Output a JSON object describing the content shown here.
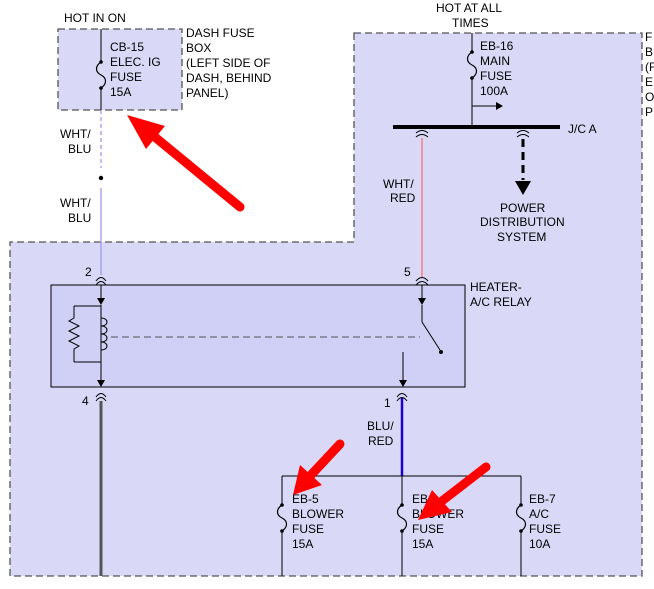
{
  "labels": {
    "hot_in_on": "HOT IN ON",
    "hot_at_all_times_1": "HOT AT ALL",
    "hot_at_all_times_2": "TIMES",
    "dash_box_1": "DASH FUSE",
    "dash_box_2": "BOX",
    "dash_box_3": "(LEFT SIDE OF",
    "dash_box_4": "DASH, BEHIND",
    "dash_box_5": "PANEL)",
    "cb15_1": "CB-15",
    "cb15_2": "ELEC. IG",
    "cb15_3": "FUSE",
    "cb15_4": "15A",
    "eb16_1": "EB-16",
    "eb16_2": "MAIN",
    "eb16_3": "FUSE",
    "eb16_4": "100A",
    "jca": "J/C A",
    "right_edge_1": "F",
    "right_edge_2": "B",
    "right_edge_3": "(F",
    "right_edge_4": "E",
    "right_edge_5": "O",
    "right_edge_6": "P",
    "wht_blu_a1": "WHT/",
    "wht_blu_a2": "BLU",
    "wht_blu_b1": "WHT/",
    "wht_blu_b2": "BLU",
    "wht_red_1": "WHT/",
    "wht_red_2": "RED",
    "power_dist_1": "POWER",
    "power_dist_2": "DISTRIBUTION",
    "power_dist_3": "SYSTEM",
    "relay_1": "HEATER-",
    "relay_2": "A/C RELAY",
    "pin2": "2",
    "pin5": "5",
    "pin4": "4",
    "pin1": "1",
    "blu_red_1": "BLU/",
    "blu_red_2": "RED",
    "eb5_1": "EB-5",
    "eb5_2": "BLOWER",
    "eb5_3": "FUSE",
    "eb5_4": "15A",
    "eb6_1": "EB",
    "eb6_2": "BLOWER",
    "eb6_3": "FUSE",
    "eb6_4": "15A",
    "eb7_1": "EB-7",
    "eb7_2": "A/C",
    "eb7_3": "FUSE",
    "eb7_4": "10A"
  },
  "colors": {
    "panel_fill": "#d9d9f7",
    "wire_wht_blu": "#9a9ae8",
    "wire_wht_red": "#ff6a6a",
    "wire_blu_red": "#1a00c8",
    "ground_wire": "#555555",
    "annotation_arrow": "#ff0000"
  }
}
